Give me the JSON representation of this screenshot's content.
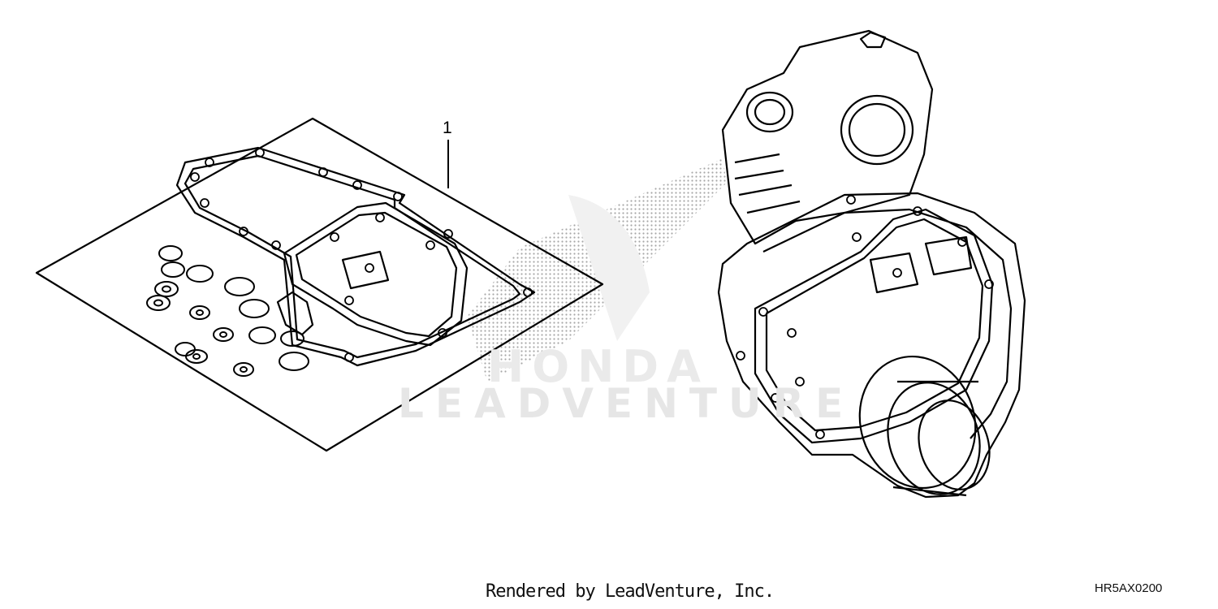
{
  "callout": {
    "label": "1"
  },
  "watermark": {
    "brand": "HONDA",
    "text": "LEADVENTURE"
  },
  "footer": {
    "rendered_by": "Rendered by LeadVenture, Inc.",
    "code": "HR5AX0200"
  },
  "colors": {
    "line": "#000000",
    "watermark": "#e6e6e6",
    "halftone": "#9a9a9a"
  },
  "icons": {
    "kit": "gasket-kit-icon",
    "engine": "engine-icon"
  }
}
